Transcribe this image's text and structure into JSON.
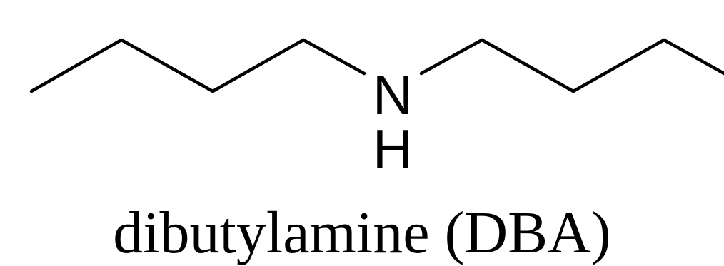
{
  "molecule": {
    "atoms": {
      "nitrogen": "N",
      "hydrogen": "H"
    },
    "caption": "dibutylamine (DBA)"
  },
  "colors": {
    "bond": "#000000",
    "text": "#000000",
    "background": "#ffffff"
  }
}
